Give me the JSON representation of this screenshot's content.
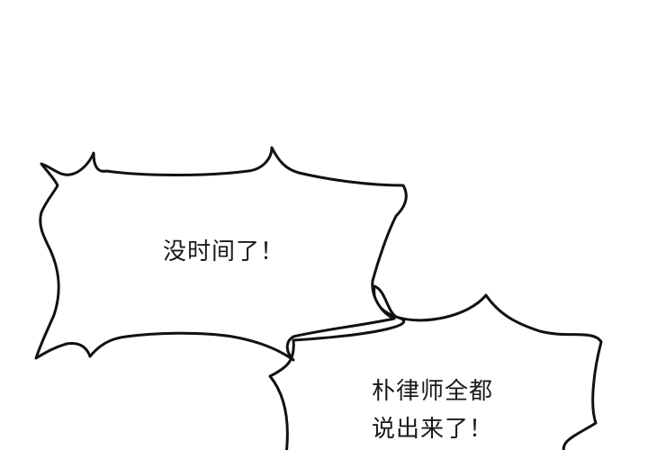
{
  "bubbles": {
    "first": {
      "text": "没时间了！"
    },
    "second": {
      "line1": "朴律师全都",
      "line2": "说出来了！"
    }
  },
  "colors": {
    "background": "#ffffff",
    "outline": "#111111",
    "text": "#1a1a1a"
  }
}
